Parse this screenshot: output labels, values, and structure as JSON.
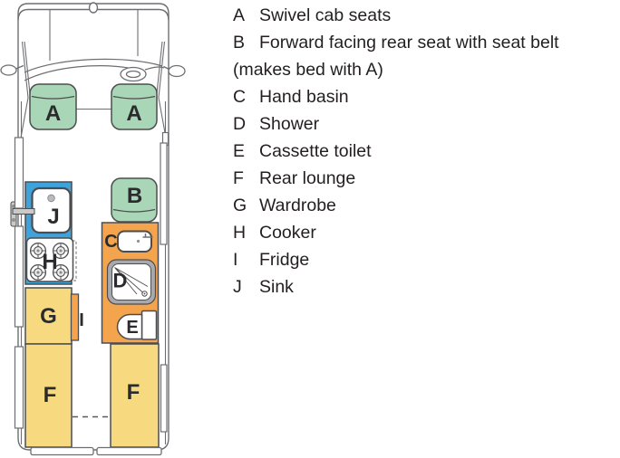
{
  "colors": {
    "seat_green": "#a8d6b7",
    "unit_yellow": "#f7da80",
    "unit_orange": "#f3a44d",
    "unit_blue": "#3fa3db",
    "shower_gray": "#a7a9ac",
    "outline_dark": "#4d4d4f",
    "body_gray": "#6d6e71",
    "text_dark": "#231f20"
  },
  "plan": {
    "labels": {
      "seat_a_left": "A",
      "seat_a_right": "A",
      "rear_seat_b": "B",
      "hand_basin": "C",
      "shower": "D",
      "toilet": "E",
      "lounge_left": "F",
      "lounge_right": "F",
      "wardrobe": "G",
      "cooker": "H",
      "fridge": "I",
      "sink": "J"
    }
  },
  "legend": {
    "items": [
      {
        "key": "A",
        "label": "Swivel cab seats"
      },
      {
        "key": "B",
        "label": "Forward facing rear seat with seat belt"
      },
      {
        "key": "",
        "label": "(makes bed with A)"
      },
      {
        "key": "C",
        "label": "Hand basin"
      },
      {
        "key": "D",
        "label": "Shower"
      },
      {
        "key": "E",
        "label": "Cassette toilet"
      },
      {
        "key": "F",
        "label": "Rear lounge"
      },
      {
        "key": "G",
        "label": "Wardrobe"
      },
      {
        "key": "H",
        "label": "Cooker"
      },
      {
        "key": "I",
        "label": "Fridge"
      },
      {
        "key": "J",
        "label": "Sink"
      }
    ]
  }
}
